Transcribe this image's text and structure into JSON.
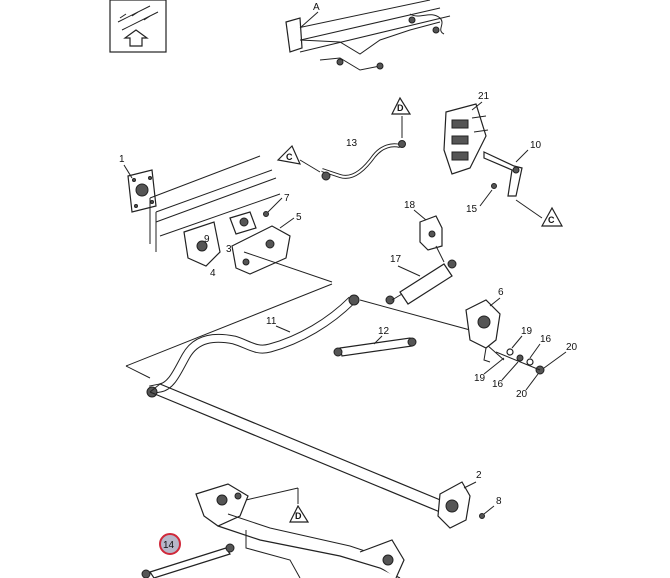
{
  "diagram": {
    "callouts": {
      "n1": "1",
      "n2": "2",
      "n3": "3",
      "n4": "4",
      "n5": "5",
      "n6": "6",
      "n7": "7",
      "n8": "8",
      "n9": "9",
      "n10": "10",
      "n11": "11",
      "n12": "12",
      "n13": "13",
      "n14": "14",
      "n15": "15",
      "n16a": "16",
      "n16b": "16",
      "n17": "17",
      "n18": "18",
      "n19a": "19",
      "n19b": "19",
      "n20a": "20",
      "n20b": "20",
      "n21": "21"
    },
    "view_markers": {
      "a": "A",
      "c_left": "C",
      "c_right": "C",
      "d_top": "D",
      "d_bottom": "D"
    }
  }
}
